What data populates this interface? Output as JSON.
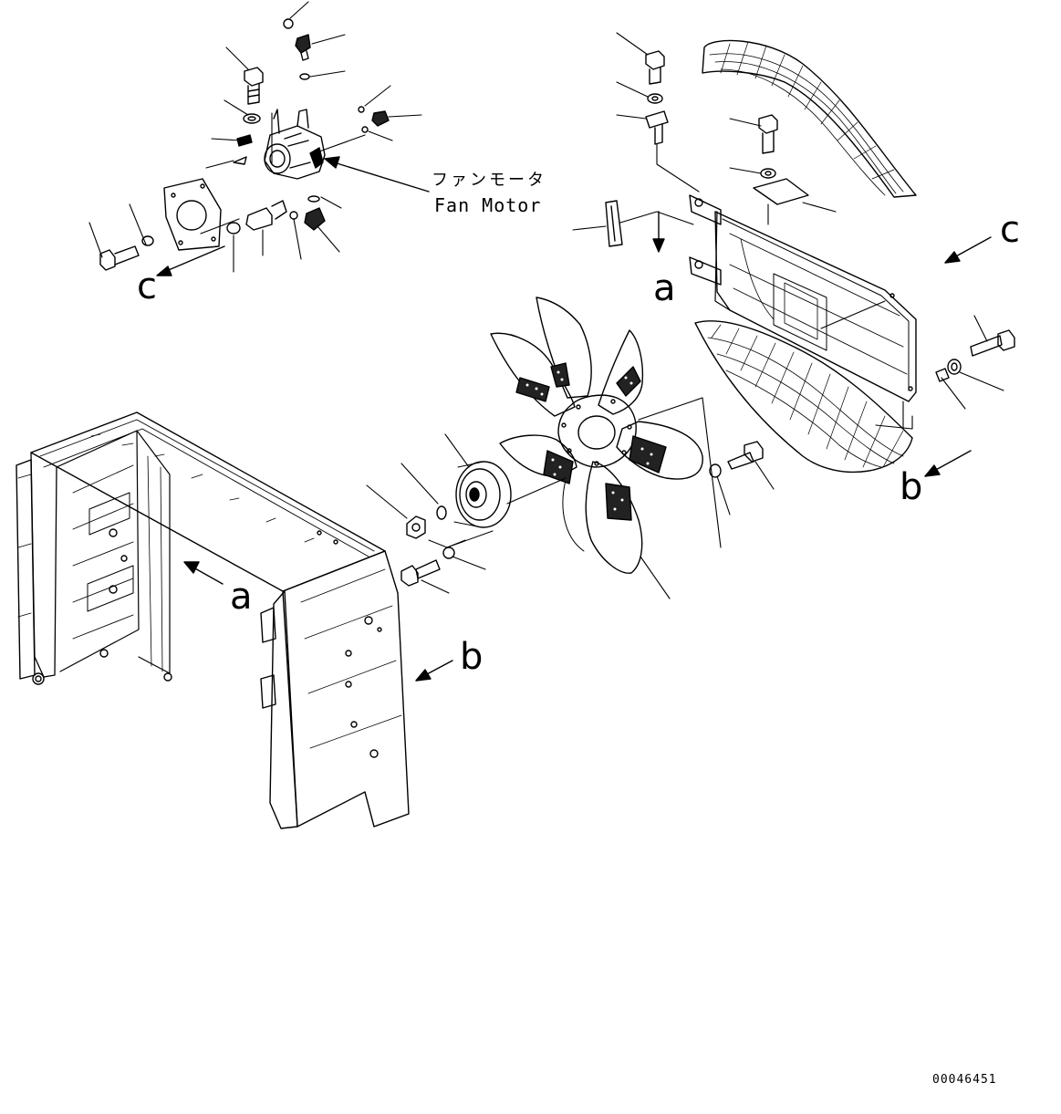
{
  "part_label": {
    "jp": "ファンモータ",
    "en": "Fan Motor"
  },
  "view_markers": [
    "a",
    "b",
    "c"
  ],
  "drawing_number": "00046451",
  "colors": {
    "ink": "#000000",
    "paper": "#ffffff"
  }
}
